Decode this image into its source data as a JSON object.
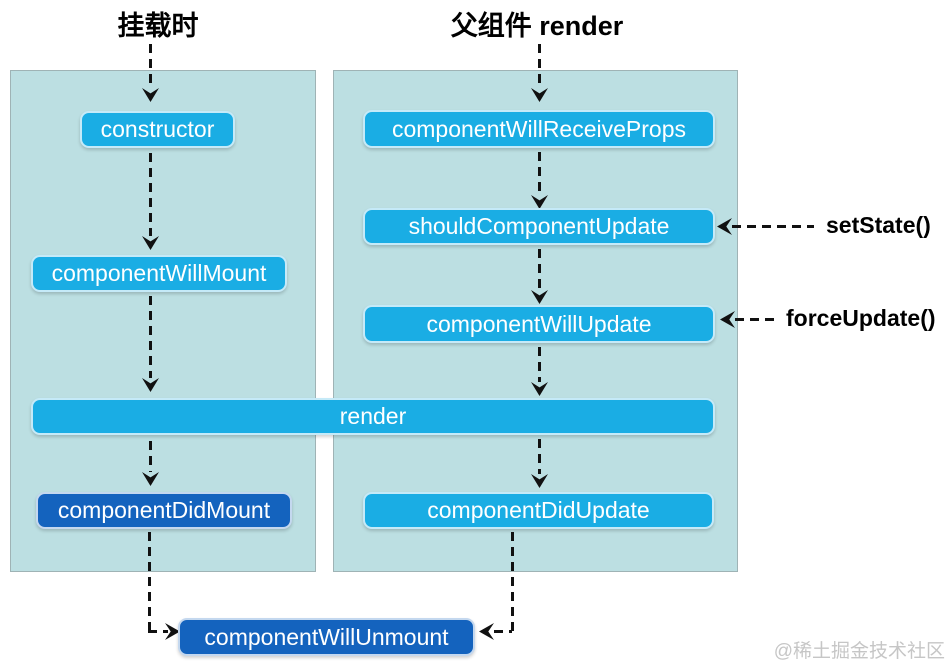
{
  "titles": {
    "mount": "挂载时",
    "parent_render": "父组件 render"
  },
  "nodes": {
    "constructor": "constructor",
    "component_will_mount": "componentWillMount",
    "render": "render",
    "component_did_mount": "componentDidMount",
    "component_will_receive_props": "componentWillReceiveProps",
    "should_component_update": "shouldComponentUpdate",
    "component_will_update": "componentWillUpdate",
    "component_did_update": "componentDidUpdate",
    "component_will_unmount": "componentWillUnmount"
  },
  "side_labels": {
    "set_state": "setState()",
    "force_update": "forceUpdate()"
  },
  "watermark": "@稀土掘金技术社区",
  "colors": {
    "node_blue": "#1aade4",
    "node_dark_blue": "#1463be",
    "panel_background": "#bcdfe2",
    "arrow_black": "#111111"
  }
}
